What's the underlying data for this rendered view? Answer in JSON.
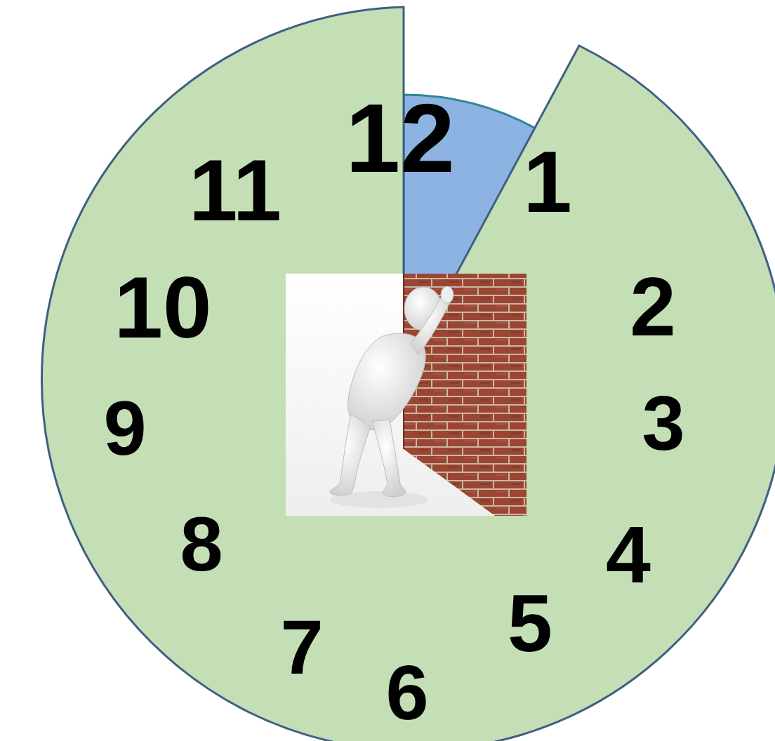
{
  "diagram": {
    "labels": [
      "12",
      "1",
      "2",
      "3",
      "4",
      "5",
      "6",
      "7",
      "8",
      "9",
      "10",
      "11"
    ]
  }
}
